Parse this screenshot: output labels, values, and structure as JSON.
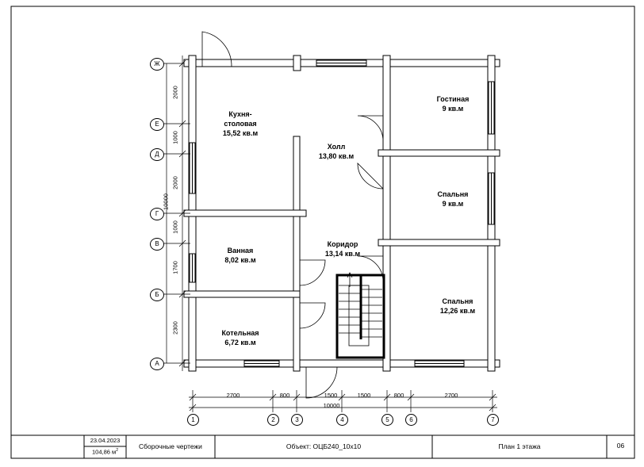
{
  "rooms": {
    "kitchen_name": "Кухня-\nстоловая",
    "kitchen_area": "15,52 кв.м",
    "hall_name": "Холл",
    "hall_area": "13,80 кв.м",
    "living_name": "Гостиная",
    "living_area": "9 кв.м",
    "bedroom1_name": "Спальня",
    "bedroom1_area": "9 кв.м",
    "bath_name": "Ванная",
    "bath_area": "8,02 кв.м",
    "corridor_name": "Коридор",
    "corridor_area": "13,14 кв.м",
    "bedroom2_name": "Спальня",
    "bedroom2_area": "12,26 кв.м",
    "boiler_name": "Котельная",
    "boiler_area": "6,72 кв.м"
  },
  "axes_letters": [
    "Ж",
    "Е",
    "Д",
    "Г",
    "В",
    "Б",
    "А"
  ],
  "axes_numbers": [
    "1",
    "2",
    "3",
    "4",
    "5",
    "6",
    "7"
  ],
  "dims_bottom": [
    "2700",
    "800",
    "1500",
    "1500",
    "800",
    "2700"
  ],
  "dim_total_bottom": "10000",
  "dims_left": [
    "2000",
    "1000",
    "2000",
    "1000",
    "1700",
    "2300"
  ],
  "dim_total_left": "10000",
  "titleblock": {
    "date": "23.04.2023",
    "area": "104,86 м",
    "area_sup": "2",
    "section": "Сборочные чертежи",
    "object": "Объект: ОЦБ240_10х10",
    "sheet_title": "План 1 этажа",
    "sheet_number": "06"
  }
}
